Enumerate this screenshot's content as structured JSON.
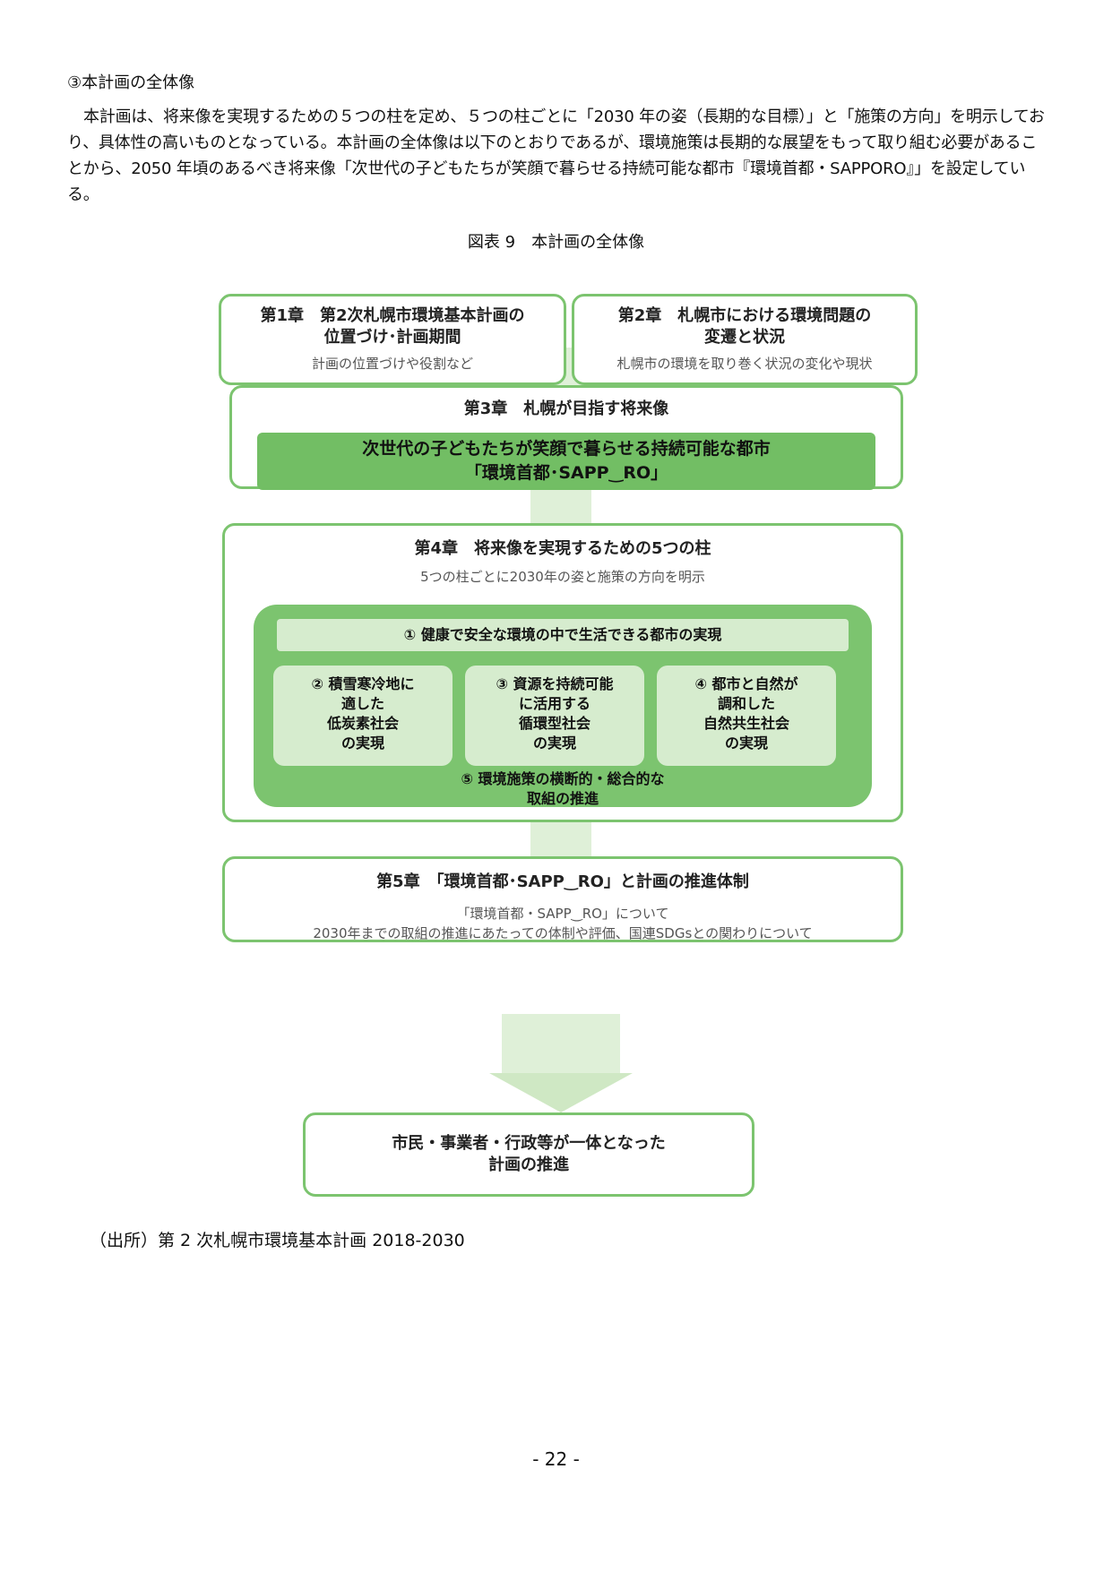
{
  "section_heading": "③本計画の全体像",
  "paragraph": "本計画は、将来像を実現するための５つの柱を定め、５つの柱ごとに「2030 年の姿（長期的な目標）」と「施策の方向」を明示しており、具体性の高いものとなっている。本計画の全体像は以下のとおりであるが、環境施策は長期的な展望をもって取り組む必要があることから、2050 年頃のあるべき将来像「次世代の子どもたちが笑顔で暮らせる持続可能な都市『環境首都・SAPPORO』」を設定している。",
  "caption": "図表 9　本計画の全体像",
  "diagram": {
    "ch1": {
      "title1": "第1章　第2次札幌市環境基本計画の",
      "title2": "位置づけ･計画期間",
      "sub": "計画の位置づけや役割など"
    },
    "ch2": {
      "title1": "第2章　札幌市における環境問題の",
      "title2": "変遷と状況",
      "sub": "札幌市の環境を取り巻く状況の変化や現状"
    },
    "ch3": {
      "title": "第3章　札幌が目指す将来像",
      "vision1": "次世代の子どもたちが笑顔で暮らせる持続可能な都市",
      "vision2": "「環境首都･SAPP‿RO」"
    },
    "ch4": {
      "title": "第4章　将来像を実現するための5つの柱",
      "sub": "5つの柱ごとに2030年の姿と施策の方向を明示",
      "pillar1": "① 健康で安全な環境の中で生活できる都市の実現",
      "pillar2": [
        "② 積雪寒冷地に",
        "適した",
        "低炭素社会",
        "の実現"
      ],
      "pillar3": [
        "③ 資源を持続可能",
        "に活用する",
        "循環型社会",
        "の実現"
      ],
      "pillar4": [
        "④ 都市と自然が",
        "調和した",
        "自然共生社会",
        "の実現"
      ],
      "pillar5": [
        "⑤ 環境施策の横断的・総合的な",
        "取組の推進"
      ]
    },
    "ch5": {
      "title": "第5章　「環境首都･SAPP‿RO」と計画の推進体制",
      "sub1": "「環境首都・SAPP‿RO」について",
      "sub2": "2030年までの取組の推進にあたっての体制や評価、国連SDGsとの関わりについて"
    },
    "final": {
      "line1": "市民・事業者・行政等が一体となった",
      "line2": "計画の推進"
    }
  },
  "source": "（出所）第 2 次札幌市環境基本計画 2018-2030",
  "page_number": "- 22 -"
}
